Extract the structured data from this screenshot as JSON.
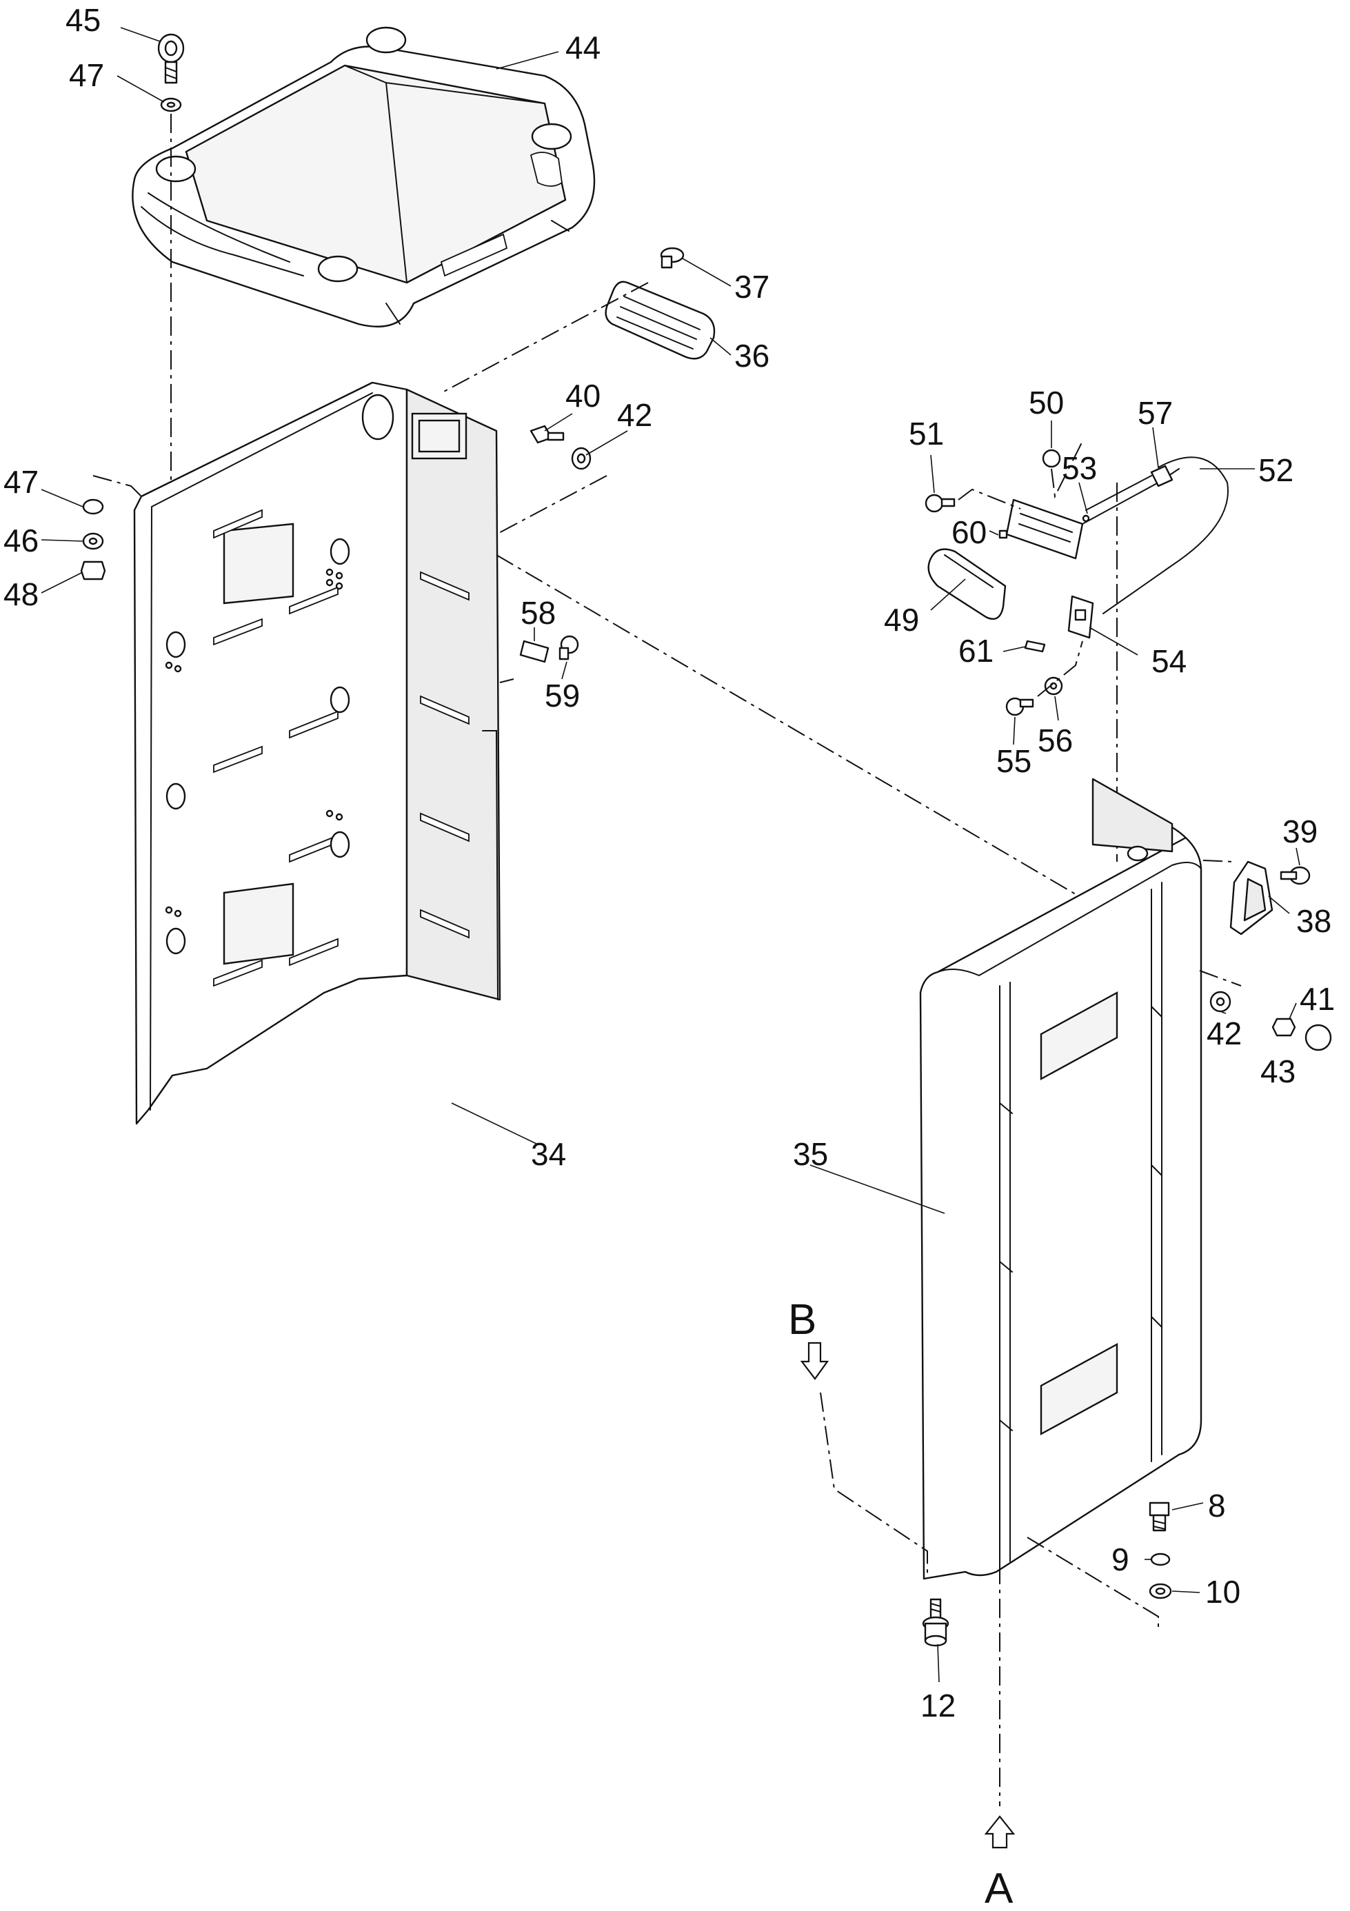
{
  "callouts": {
    "c45": "45",
    "c44": "44",
    "c47_top": "47",
    "c37": "37",
    "c36": "36",
    "c40": "40",
    "c42_left": "42",
    "c47_side": "47",
    "c46": "46",
    "c48": "48",
    "c58": "58",
    "c59": "59",
    "c34": "34",
    "c50": "50",
    "c57": "57",
    "c51": "51",
    "c53": "53",
    "c52": "52",
    "c60": "60",
    "c49": "49",
    "c61": "61",
    "c54": "54",
    "c55": "55",
    "c56": "56",
    "c39": "39",
    "c38": "38",
    "c42_right": "42",
    "c41": "41",
    "c43": "43",
    "c35": "35",
    "c8": "8",
    "c9": "9",
    "c10": "10",
    "c12": "12"
  },
  "view_markers": {
    "view_a": "A",
    "view_b": "B"
  }
}
